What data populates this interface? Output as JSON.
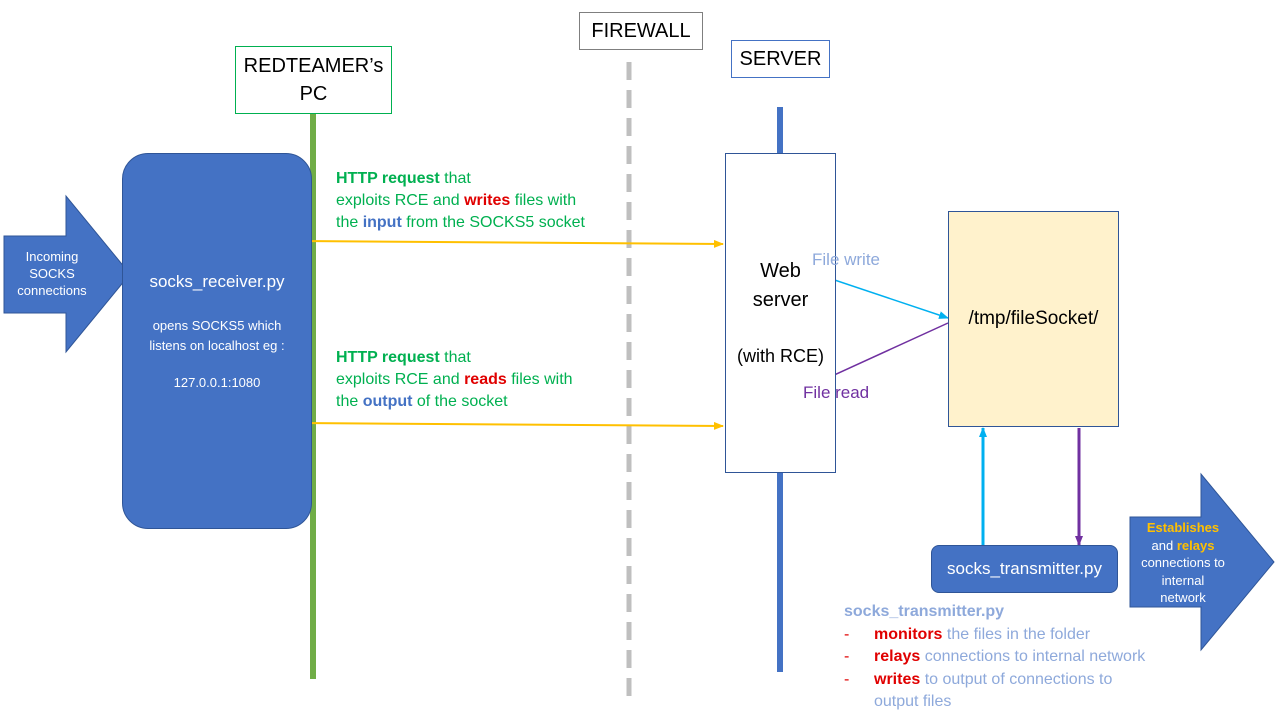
{
  "labels": {
    "redteamer_pc": [
      "REDTEAMER’s",
      "PC"
    ],
    "firewall": "FIREWALL",
    "server": "SERVER"
  },
  "incoming": [
    "Incoming",
    "SOCKS",
    "connections"
  ],
  "receiver": {
    "title": "socks_receiver.py",
    "desc": [
      "opens SOCKS5 which",
      "listens on localhost eg :"
    ],
    "address": "127.0.0.1:1080"
  },
  "request_write": {
    "l1_bold": "HTTP request",
    "l1_rest": " that",
    "l2_pre": "exploits RCE and ",
    "l2_bold": "writes",
    "l2_post": " files with",
    "l3_pre": "the ",
    "l3_bold": "input",
    "l3_post": " from the SOCKS5 socket"
  },
  "request_read": {
    "l1_bold": "HTTP request",
    "l1_rest": " that",
    "l2_pre": "exploits RCE and ",
    "l2_bold": "reads",
    "l2_post": " files with",
    "l3_pre": "the ",
    "l3_bold": "output",
    "l3_post": " of the socket"
  },
  "webserver": [
    "Web",
    "server",
    "(with RCE)"
  ],
  "file_write": "File write",
  "file_read": "File read",
  "filesocket": "/tmp/fileSocket/",
  "transmitter": "socks_transmitter.py",
  "establishes": {
    "w1": "Establishes",
    "and": "and ",
    "w2": "relays",
    "rest": [
      "connections to",
      "internal",
      "network"
    ]
  },
  "notes": {
    "title": "socks_transmitter.py",
    "items": [
      {
        "dash": "-",
        "bold": "monitors",
        "rest": " the files in the folder"
      },
      {
        "dash": "-",
        "bold": "relays",
        "rest": " connections to internal network"
      },
      {
        "dash": "-",
        "bold": "writes",
        "rest": " to output of connections to",
        "rest2": "output files"
      }
    ]
  },
  "colors": {
    "block_blue": "#4472c4",
    "pc_line": "#70ad47",
    "firewall_line": "#bfbfbf",
    "http_arrow": "#ffc000",
    "write_arrow": "#00b0f0",
    "read_arrow": "#7030a0",
    "filesocket_fill": "#fff2cc"
  }
}
